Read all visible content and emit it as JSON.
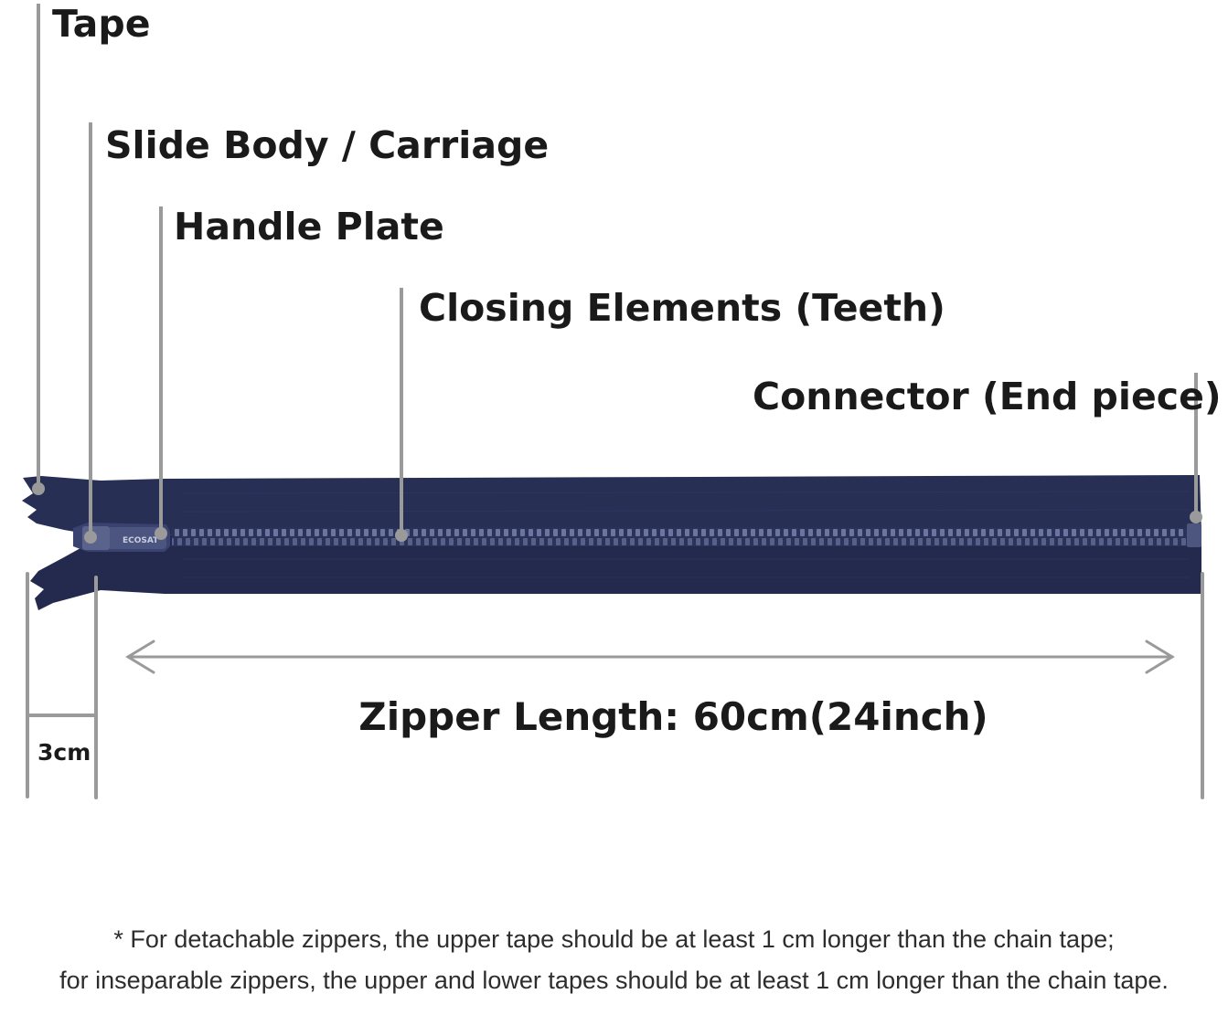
{
  "labels": {
    "tape": "Tape",
    "slide_body": "Slide Body / Carriage",
    "handle_plate": "Handle Plate",
    "teeth": "Closing Elements (Teeth)",
    "connector": "Connector (End piece)"
  },
  "slider_brand": "ECOSAT",
  "dimensions": {
    "tape_extension": "3cm",
    "length_prefix": "Zipper Length: ",
    "length_value": "60cm(24inch)"
  },
  "note": {
    "line1": "* For detachable zippers, the upper tape should be at least 1 cm longer than the chain tape;",
    "line2": "for inseparable zippers, the upper and lower tapes should be at least 1 cm longer than the chain tape."
  },
  "colors": {
    "zipper_tape": "#272f55",
    "teeth": "#58638c",
    "leader_line": "#9a9a9a",
    "label_text": "#1a1a1a",
    "note_text": "#2d2d2d"
  }
}
